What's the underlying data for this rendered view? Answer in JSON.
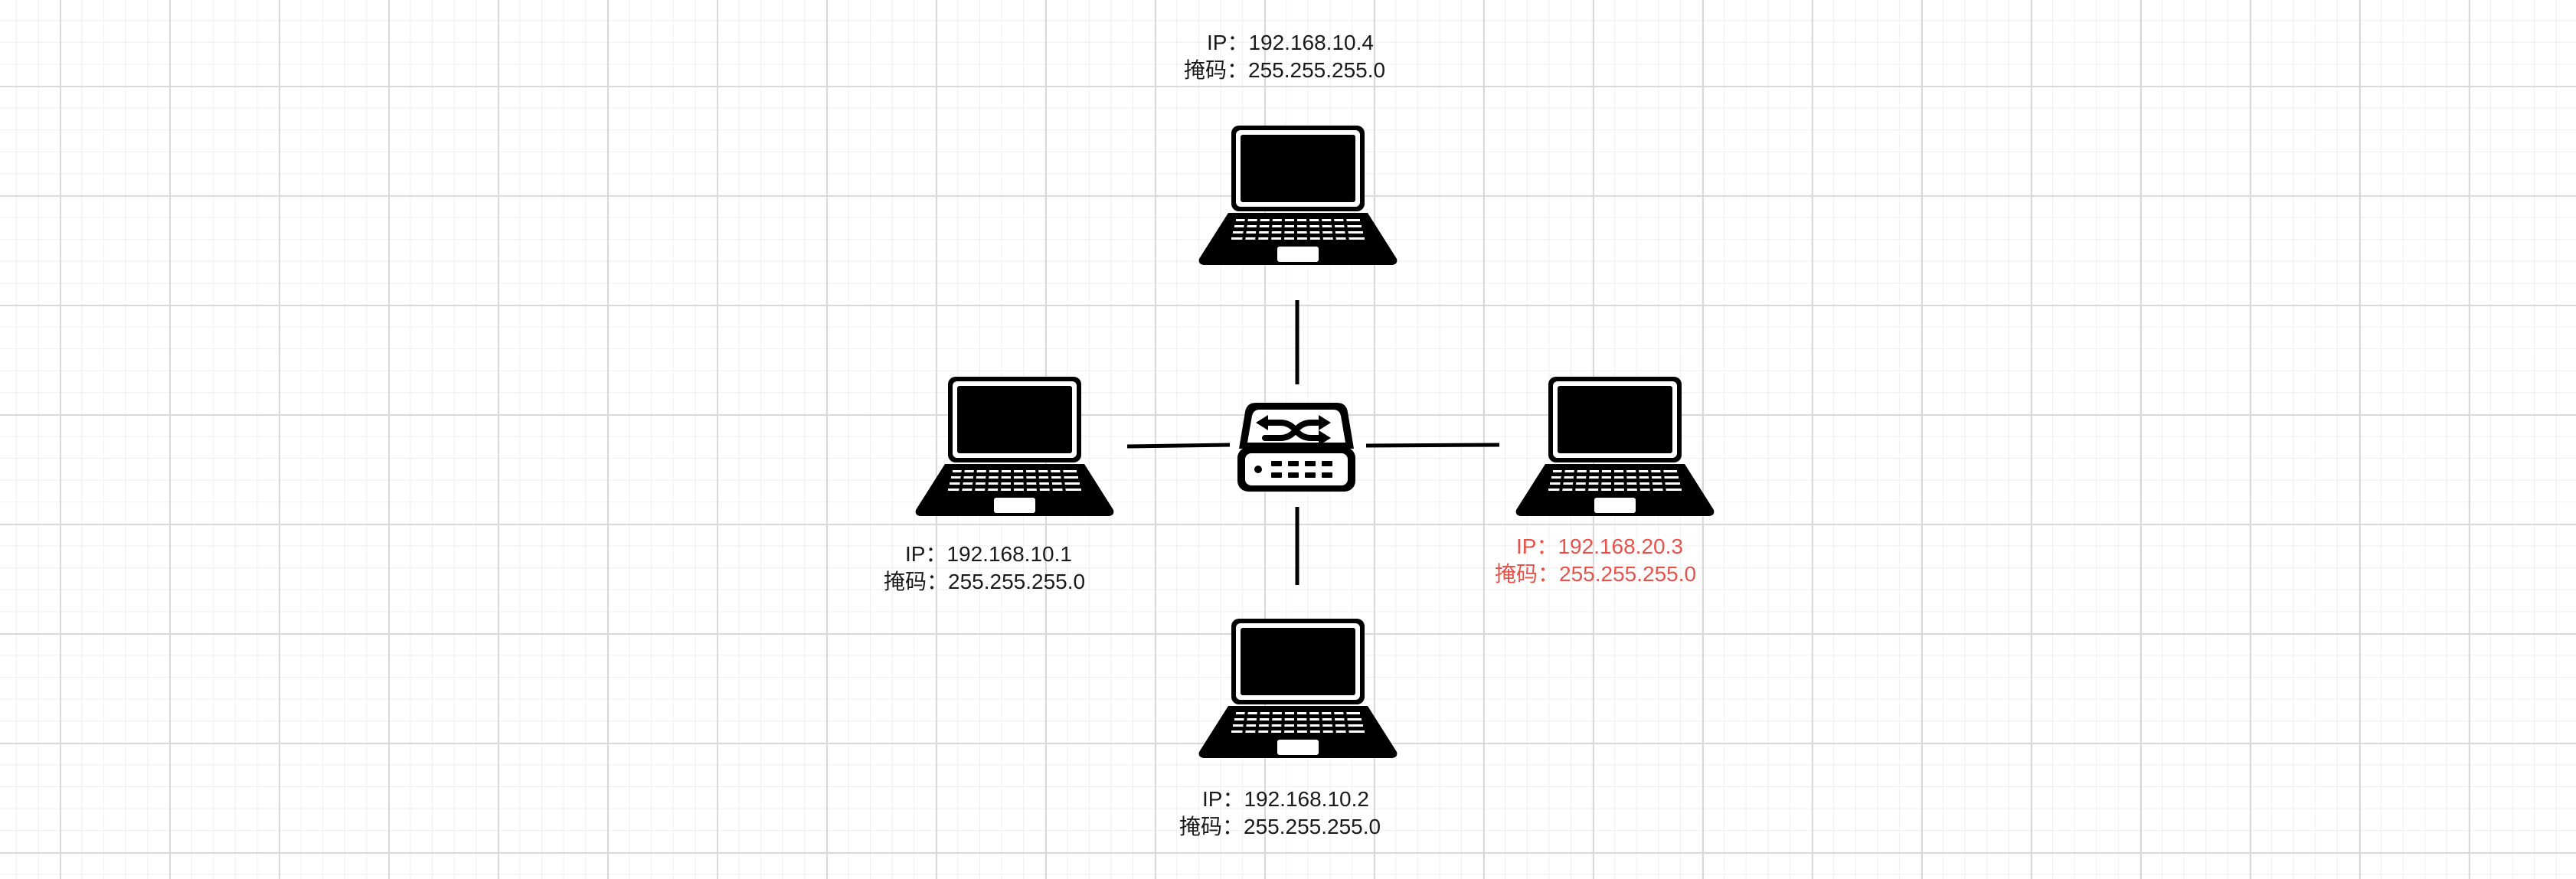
{
  "diagram": {
    "center_device": {
      "icon": "network-switch-icon"
    },
    "hosts": [
      {
        "id": "top",
        "icon": "laptop-icon",
        "ip_key": "IP：",
        "ip": "192.168.10.4",
        "mask_key": "掩码：",
        "mask": "255.255.255.0",
        "text_color": "#1a1a1a"
      },
      {
        "id": "left",
        "icon": "laptop-icon",
        "ip_key": "IP：",
        "ip": "192.168.10.1",
        "mask_key": "掩码：",
        "mask": "255.255.255.0",
        "text_color": "#1a1a1a"
      },
      {
        "id": "right",
        "icon": "laptop-icon",
        "ip_key": "IP：",
        "ip": "192.168.20.3",
        "mask_key": "掩码：",
        "mask": "255.255.255.0",
        "text_color": "#e5534b"
      },
      {
        "id": "bottom",
        "icon": "laptop-icon",
        "ip_key": "IP：",
        "ip": "192.168.10.2",
        "mask_key": "掩码：",
        "mask": "255.255.255.0",
        "text_color": "#1a1a1a"
      }
    ],
    "line_color": "#000000"
  }
}
